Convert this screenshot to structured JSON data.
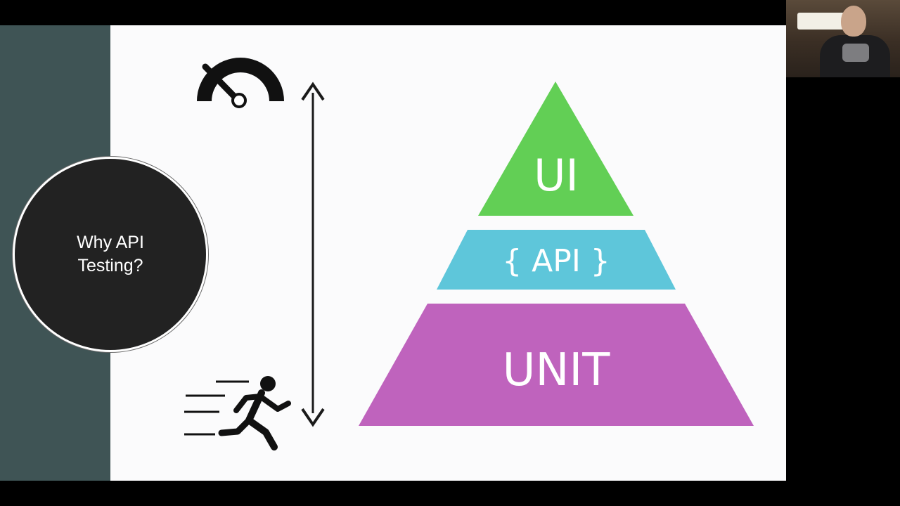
{
  "slide": {
    "title": "Why API\nTesting?",
    "pyramid": {
      "tiers": [
        {
          "label": "UI",
          "color": "#62cf55"
        },
        {
          "label": "{ API }",
          "color": "#5ec6da"
        },
        {
          "label": "UNIT",
          "color": "#bf63bd"
        }
      ]
    },
    "axis": {
      "top_icon": "speedometer-icon",
      "bottom_icon": "running-person-icon",
      "arrow": "double-headed-vertical-arrow"
    },
    "colors": {
      "side_band": "#3f5455",
      "circle": "#222222",
      "arrow": "#1a1a1a"
    }
  },
  "webcam": {
    "content": "presenter-video-feed"
  }
}
